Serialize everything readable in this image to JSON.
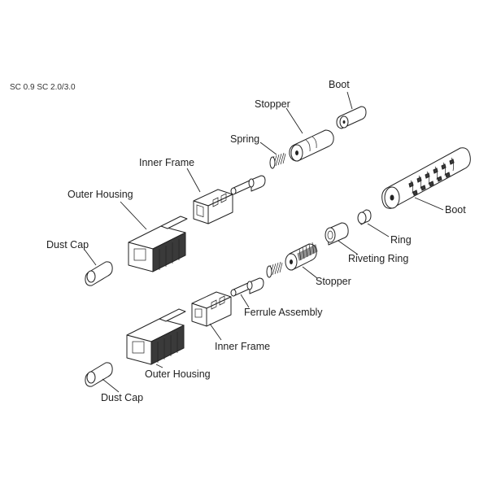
{
  "caption": "SC 0.9  SC 2.0/3.0",
  "labels": {
    "boot_top": "Boot",
    "stopper_top": "Stopper",
    "spring": "Spring",
    "inner_frame_top": "Inner Frame",
    "outer_housing_top": "Outer Housing",
    "dust_cap_top": "Dust Cap",
    "boot_right": "Boot",
    "ring": "Ring",
    "riveting_ring": "Riveting Ring",
    "stopper_bottom": "Stopper",
    "ferrule_assembly": "Ferrule Assembly",
    "inner_frame_bottom": "Inner Frame",
    "outer_housing_bottom": "Outer Housing",
    "dust_cap_bottom": "Dust Cap"
  }
}
